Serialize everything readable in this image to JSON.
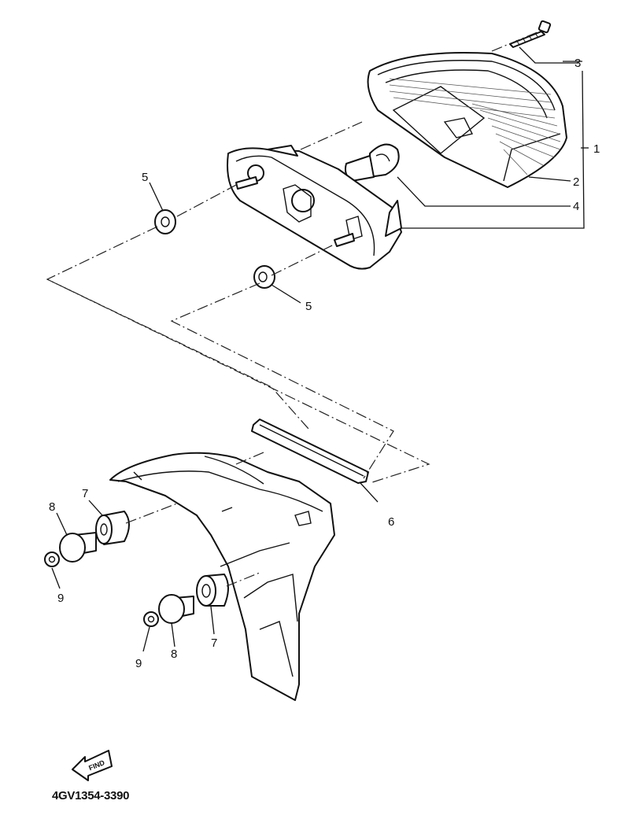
{
  "diagram": {
    "callouts": {
      "c1": "1",
      "c2": "2",
      "c3": "3",
      "c4": "4",
      "c5a": "5",
      "c5b": "5",
      "c6": "6",
      "c7a": "7",
      "c7b": "7",
      "c8a": "8",
      "c8b": "8",
      "c9a": "9",
      "c9b": "9"
    },
    "find_badge": "FIND",
    "drawing_code": "4GV1354-3390"
  }
}
